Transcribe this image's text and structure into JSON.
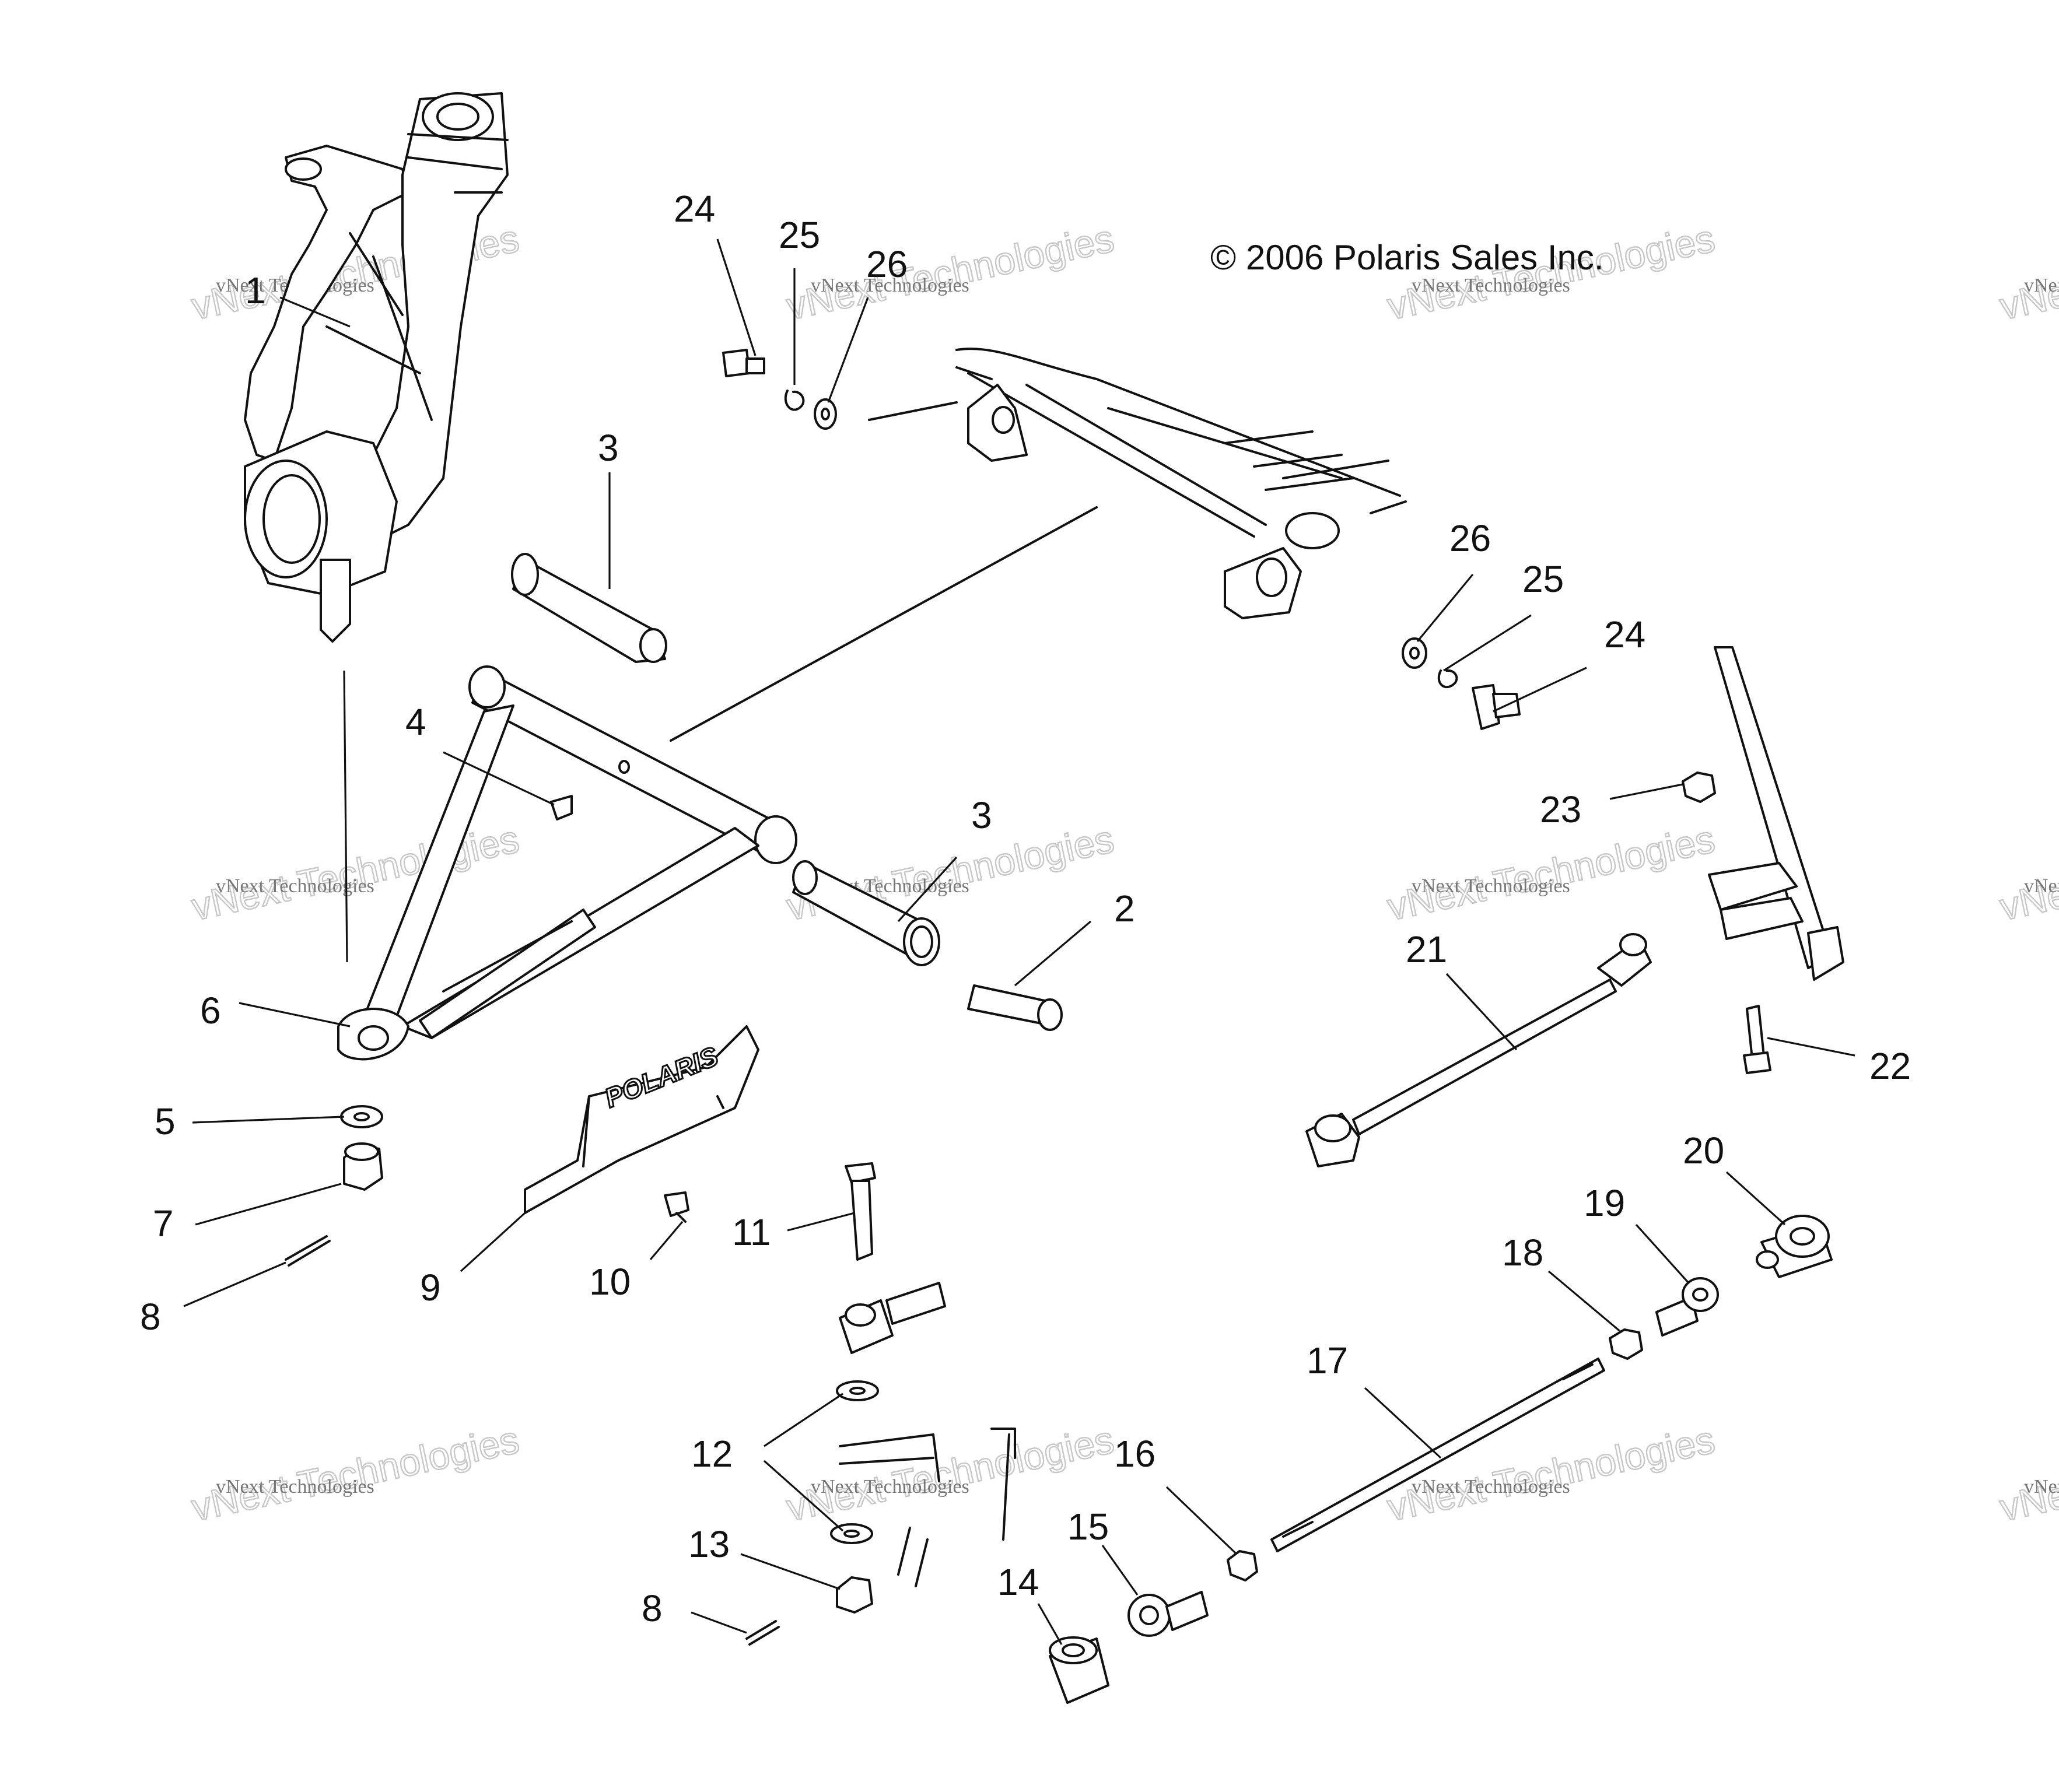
{
  "copyright": "© 2006 Polaris Sales Inc.",
  "watermark": {
    "line1": "vNext Technologies",
    "line2": "vNext Technologies"
  },
  "logo": "POLARIS",
  "callouts": [
    {
      "id": "1",
      "label": "1"
    },
    {
      "id": "2",
      "label": "2"
    },
    {
      "id": "3a",
      "label": "3"
    },
    {
      "id": "3b",
      "label": "3"
    },
    {
      "id": "4",
      "label": "4"
    },
    {
      "id": "5",
      "label": "5"
    },
    {
      "id": "6",
      "label": "6"
    },
    {
      "id": "7",
      "label": "7"
    },
    {
      "id": "8a",
      "label": "8"
    },
    {
      "id": "8b",
      "label": "8"
    },
    {
      "id": "9",
      "label": "9"
    },
    {
      "id": "10",
      "label": "10"
    },
    {
      "id": "11",
      "label": "11"
    },
    {
      "id": "12",
      "label": "12"
    },
    {
      "id": "13",
      "label": "13"
    },
    {
      "id": "14",
      "label": "14"
    },
    {
      "id": "15",
      "label": "15"
    },
    {
      "id": "16",
      "label": "16"
    },
    {
      "id": "17",
      "label": "17"
    },
    {
      "id": "18",
      "label": "18"
    },
    {
      "id": "19",
      "label": "19"
    },
    {
      "id": "20",
      "label": "20"
    },
    {
      "id": "21",
      "label": "21"
    },
    {
      "id": "22",
      "label": "22"
    },
    {
      "id": "23",
      "label": "23"
    },
    {
      "id": "24a",
      "label": "24"
    },
    {
      "id": "24b",
      "label": "24"
    },
    {
      "id": "25a",
      "label": "25"
    },
    {
      "id": "25b",
      "label": "25"
    },
    {
      "id": "26a",
      "label": "26"
    },
    {
      "id": "26b",
      "label": "26"
    }
  ]
}
